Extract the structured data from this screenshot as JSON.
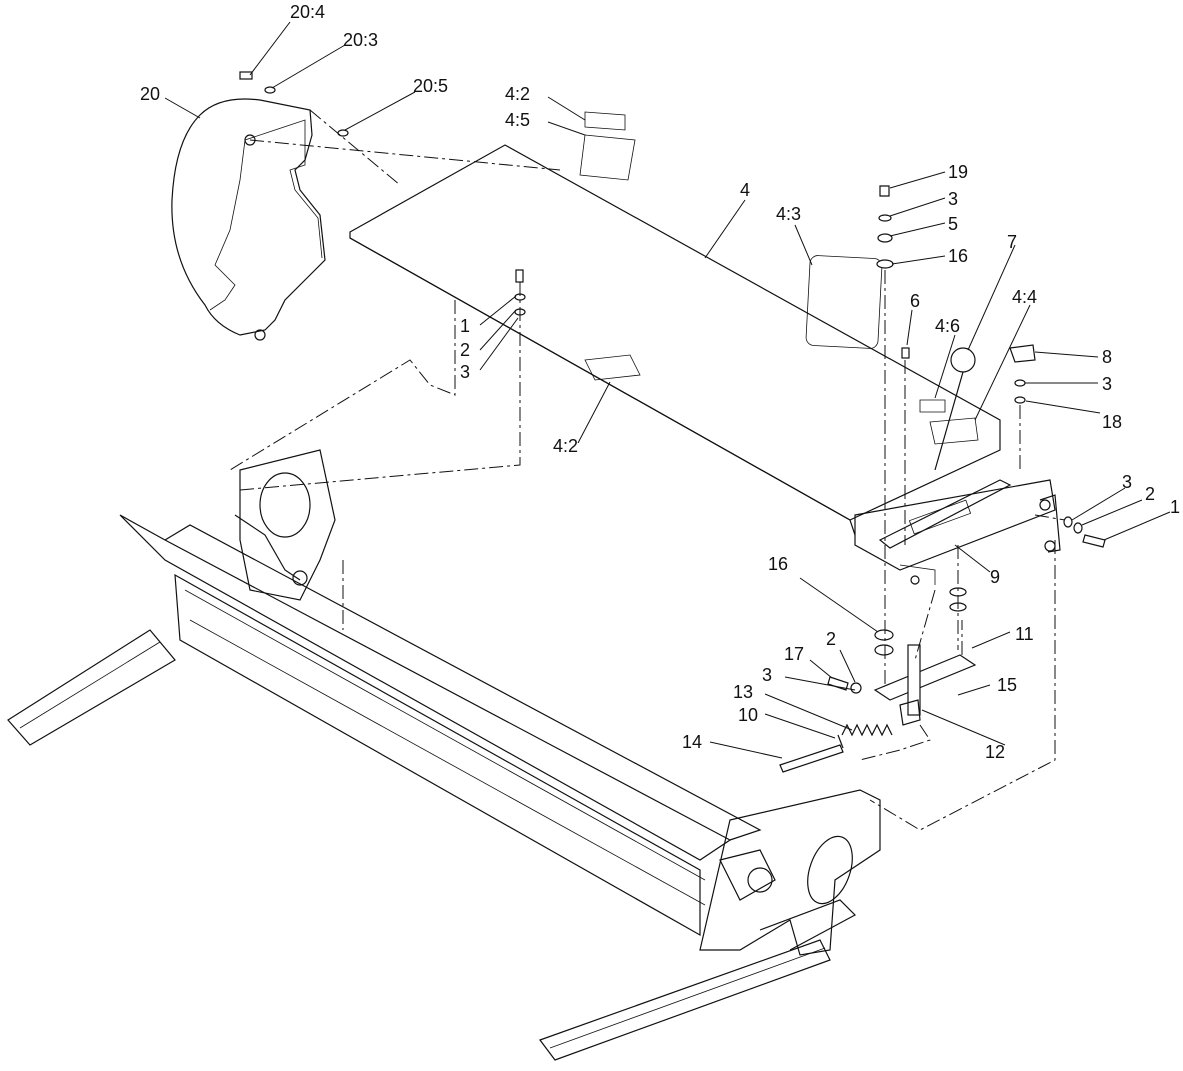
{
  "callouts": [
    {
      "id": "c-20-4",
      "text": "20:4"
    },
    {
      "id": "c-20-3",
      "text": "20:3"
    },
    {
      "id": "c-20",
      "text": "20"
    },
    {
      "id": "c-20-5",
      "text": "20:5"
    },
    {
      "id": "c-4-2a",
      "text": "4:2"
    },
    {
      "id": "c-4-5",
      "text": "4:5"
    },
    {
      "id": "c-4",
      "text": "4"
    },
    {
      "id": "c-4-3",
      "text": "4:3"
    },
    {
      "id": "c-19",
      "text": "19"
    },
    {
      "id": "c-3a",
      "text": "3"
    },
    {
      "id": "c-5",
      "text": "5"
    },
    {
      "id": "c-16a",
      "text": "16"
    },
    {
      "id": "c-7",
      "text": "7"
    },
    {
      "id": "c-4-4",
      "text": "4:4"
    },
    {
      "id": "c-6",
      "text": "6"
    },
    {
      "id": "c-4-6",
      "text": "4:6"
    },
    {
      "id": "c-1a",
      "text": "1"
    },
    {
      "id": "c-2a",
      "text": "2"
    },
    {
      "id": "c-3b",
      "text": "3"
    },
    {
      "id": "c-8",
      "text": "8"
    },
    {
      "id": "c-3c",
      "text": "3"
    },
    {
      "id": "c-18",
      "text": "18"
    },
    {
      "id": "c-4-2b",
      "text": "4:2"
    },
    {
      "id": "c-3d",
      "text": "3"
    },
    {
      "id": "c-2b",
      "text": "2"
    },
    {
      "id": "c-1b",
      "text": "1"
    },
    {
      "id": "c-9",
      "text": "9"
    },
    {
      "id": "c-16b",
      "text": "16"
    },
    {
      "id": "c-11",
      "text": "11"
    },
    {
      "id": "c-2c",
      "text": "2"
    },
    {
      "id": "c-17",
      "text": "17"
    },
    {
      "id": "c-3e",
      "text": "3"
    },
    {
      "id": "c-15",
      "text": "15"
    },
    {
      "id": "c-13",
      "text": "13"
    },
    {
      "id": "c-10",
      "text": "10"
    },
    {
      "id": "c-12",
      "text": "12"
    },
    {
      "id": "c-14",
      "text": "14"
    }
  ]
}
